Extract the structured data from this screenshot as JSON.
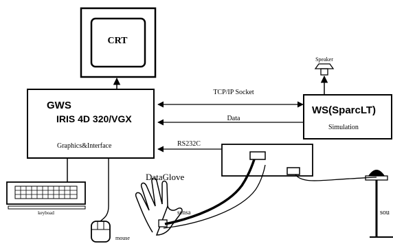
{
  "crt": {
    "label": "CRT"
  },
  "gws": {
    "title": "GWS",
    "model": "IRIS 4D 320/VGX",
    "subtitle": "Graphics&Interface"
  },
  "ws": {
    "title": "WS(SparcLT)",
    "subtitle": "Simulation"
  },
  "speaker": {
    "label": "Speaker"
  },
  "links": {
    "tcpip": "TCP/IP Socket",
    "data": "Data",
    "rs232c": "RS232C"
  },
  "devices": {
    "dataglove": "DataGlove",
    "keyboard": "keyboad",
    "mouse": "mouse",
    "sensor": "sensa",
    "source": "sou"
  }
}
